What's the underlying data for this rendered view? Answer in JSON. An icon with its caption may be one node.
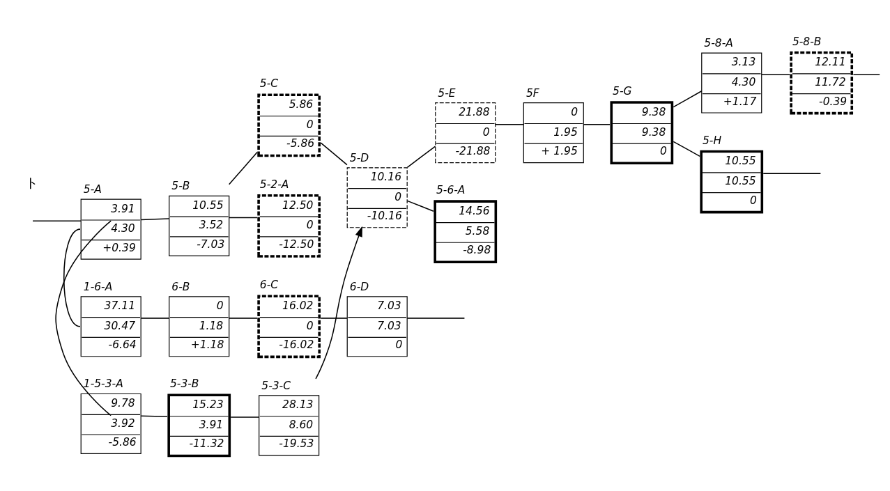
{
  "diagram": {
    "nodes": [
      {
        "text": [
          "1-6-A",
          "37.11",
          "30.47",
          "-6.64"
        ]
      },
      {
        "text": [
          "6-B",
          "0",
          "1.18",
          "+1.18"
        ]
      },
      {
        "text": [
          "6-C",
          "16.02",
          "0",
          "-16.02"
        ]
      },
      {
        "text": [
          "6-D",
          "7.03",
          "7.03",
          "0"
        ]
      },
      {
        "text": [
          "1-5-3-A",
          "9.78",
          "3.92",
          "-5.86"
        ]
      },
      {
        "text": [
          "5-3-B",
          "15.23",
          "3.91",
          "-11.32"
        ]
      },
      {
        "text": [
          "5-3-C",
          "28.13",
          "8.60",
          "-19.53"
        ]
      },
      {
        "text": [
          "5-2-A",
          "12.50",
          "0",
          "-12.50"
        ]
      },
      {
        "text": [
          "5-6-A",
          "14.56",
          "5.58",
          "-8.98"
        ]
      },
      {
        "text": [
          "5-8-A",
          "3.13",
          "4.30",
          "+1.17"
        ]
      },
      {
        "text": [
          "5-8-B",
          "12.11",
          "11.72",
          "-0.39"
        ]
      },
      {
        "text": [
          "5-A",
          "3.91",
          "4.30",
          "+0.39"
        ]
      },
      {
        "text": [
          "5-B",
          "10.55",
          "3.52",
          "-7.03"
        ]
      },
      {
        "text": [
          "5-C",
          "5.86",
          "0",
          "-5.86"
        ]
      },
      {
        "text": [
          "5-D",
          "10.16",
          "0",
          "-10.16"
        ]
      },
      {
        "text": [
          "5-E",
          "21.88",
          "0",
          "-21.88"
        ]
      },
      {
        "text": [
          "5F",
          "0",
          "1.95",
          "+ 1.95"
        ]
      },
      {
        "text": [
          "5-G",
          "9.38",
          "9.38",
          "0"
        ]
      },
      {
        "text": [
          "5-H",
          "10.55",
          "10.55",
          "0"
        ]
      }
    ],
    "edges": [
      {
        "from": 0,
        "to": 1,
        "arrow": "none"
      },
      {
        "from": 1,
        "to": 2,
        "arrow": "none"
      },
      {
        "from": 2,
        "to": 3,
        "arrow": "none"
      },
      {
        "from": 3,
        "to": null,
        "arrow": "none"
      },
      {
        "from": 4,
        "to": 5,
        "arrow": "none"
      },
      {
        "from": 5,
        "to": 6,
        "arrow": "none"
      },
      {
        "from": 6,
        "to": 14,
        "arrow": "to"
      },
      {
        "from": null,
        "to": 11,
        "arrow": "none"
      },
      {
        "from": 11,
        "to": 0,
        "arrow": "none"
      },
      {
        "from": 11,
        "to": 4,
        "arrow": "none"
      },
      {
        "from": 11,
        "to": 12,
        "arrow": "none"
      },
      {
        "from": 12,
        "to": 13,
        "arrow": "none"
      },
      {
        "from": 12,
        "to": 7,
        "arrow": "none"
      },
      {
        "from": 13,
        "to": 14,
        "arrow": "none"
      },
      {
        "from": 14,
        "to": 15,
        "arrow": "none"
      },
      {
        "from": 14,
        "to": 8,
        "arrow": "none"
      },
      {
        "from": 15,
        "to": 16,
        "arrow": "none"
      },
      {
        "from": 16,
        "to": 17,
        "arrow": "none"
      },
      {
        "from": 17,
        "to": 18,
        "arrow": "none"
      },
      {
        "from": 17,
        "to": 9,
        "arrow": "none"
      },
      {
        "from": 9,
        "to": 10,
        "arrow": "none"
      },
      {
        "from": 10,
        "to": null,
        "arrow": "none"
      },
      {
        "from": 18,
        "to": null,
        "arrow": "none"
      }
    ],
    "labels": [
      "ト"
    ]
  }
}
